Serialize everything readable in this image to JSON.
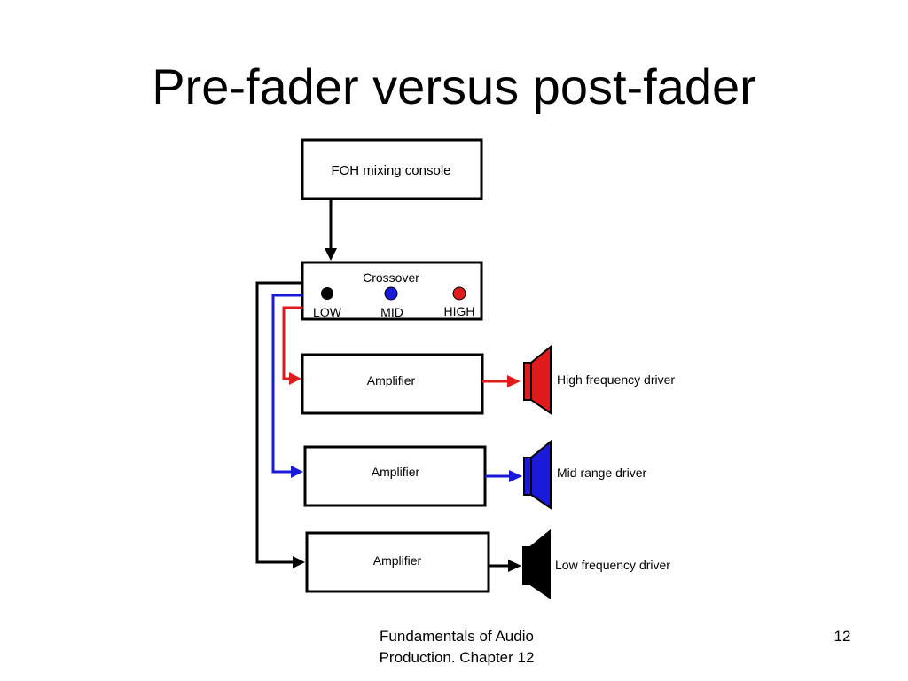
{
  "slide": {
    "title": "Pre-fader versus post-fader",
    "footer_line1": "Fundamentals of Audio",
    "footer_line2": "Production. Chapter 12",
    "slide_number": "12"
  },
  "diagram": {
    "console_label": "FOH mixing console",
    "crossover": {
      "label": "Crossover",
      "outputs": [
        {
          "label": "LOW",
          "color": "#000000"
        },
        {
          "label": "MID",
          "color": "#1a1adb"
        },
        {
          "label": "HIGH",
          "color": "#e01b1b"
        }
      ]
    },
    "chains": [
      {
        "amp_label": "Amplifier",
        "driver_label": "High frequency driver",
        "color": "#e01b1b"
      },
      {
        "amp_label": "Amplifier",
        "driver_label": "Mid range driver",
        "color": "#1a1adb"
      },
      {
        "amp_label": "Amplifier",
        "driver_label": "Low frequency driver",
        "color": "#000000"
      }
    ]
  }
}
